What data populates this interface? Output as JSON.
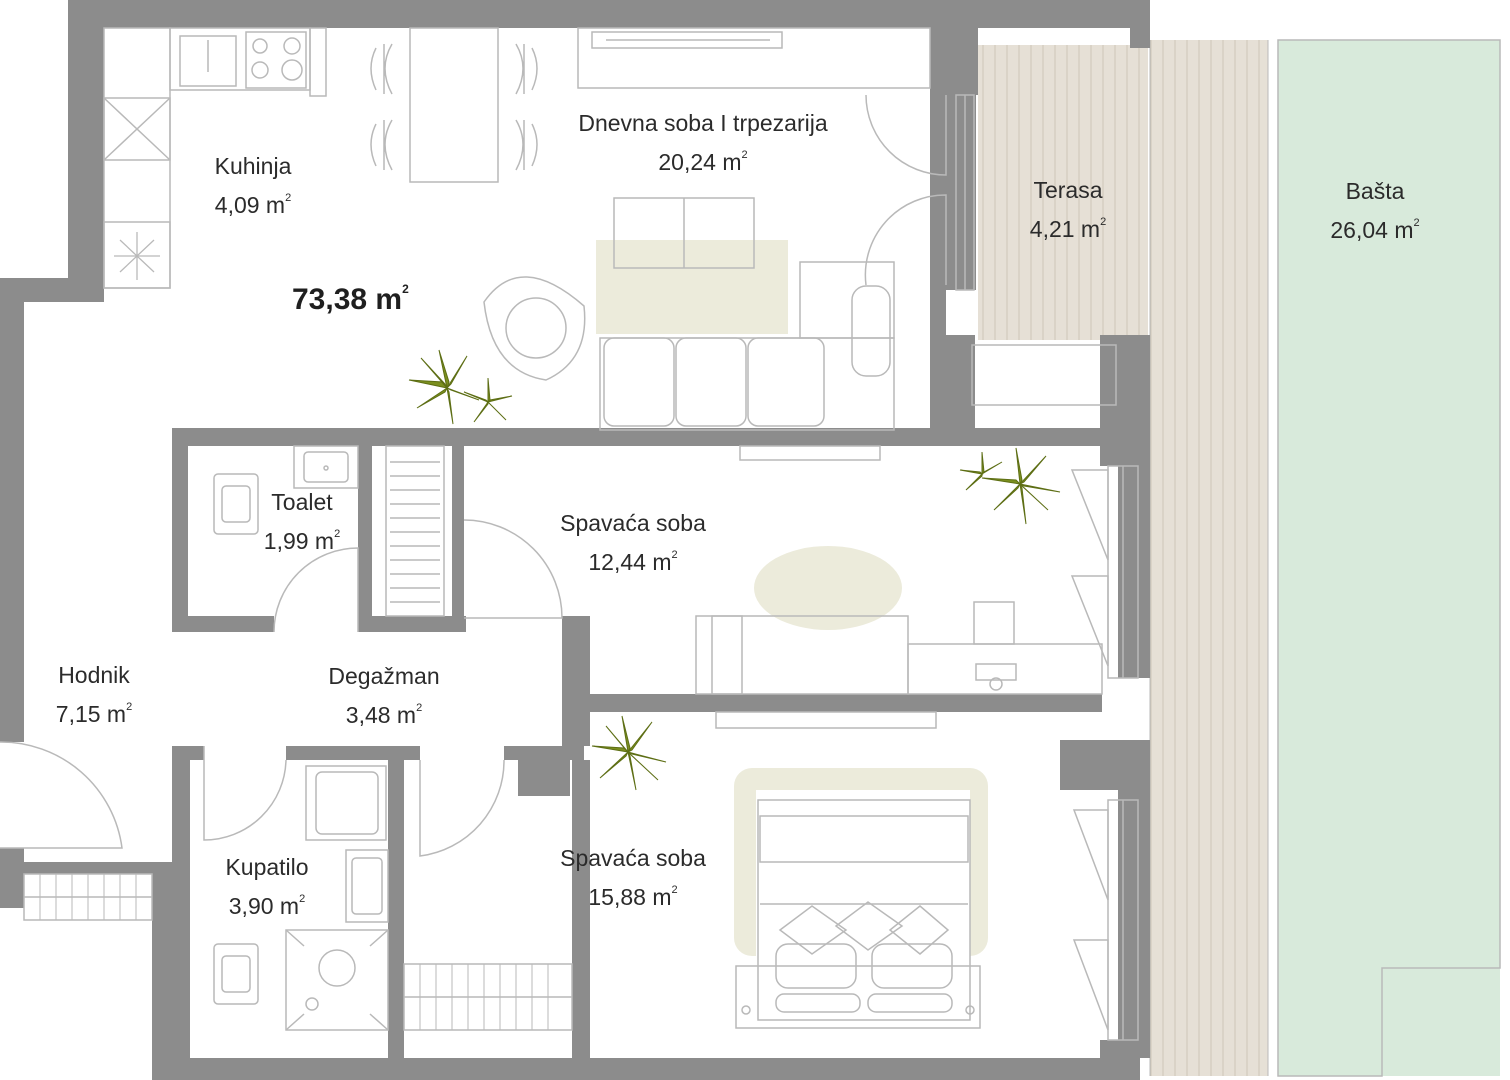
{
  "plan": {
    "total_area": "73,38 m",
    "unit_superscript": "2",
    "colors": {
      "wall": "#8c8c8c",
      "furniture_stroke": "#b9b9b9",
      "rug": "#ecebdb",
      "terrace_deck": "#e6e0d6",
      "garden": "#d8eadb",
      "plant": "#7b8f1e"
    }
  },
  "rooms": {
    "kuhinja": {
      "name": "Kuhinja",
      "area": "4,09 m"
    },
    "dnevna": {
      "name": "Dnevna soba I trpezarija",
      "area": "20,24 m"
    },
    "terasa": {
      "name": "Terasa",
      "area": "4,21 m"
    },
    "basta": {
      "name": "Bašta",
      "area": "26,04 m"
    },
    "toalet": {
      "name": "Toalet",
      "area": "1,99 m"
    },
    "spavaca1": {
      "name": "Spavaća soba",
      "area": "12,44 m"
    },
    "hodnik": {
      "name": "Hodnik",
      "area": "7,15 m"
    },
    "degazman": {
      "name": "Degažman",
      "area": "3,48 m"
    },
    "kupatilo": {
      "name": "Kupatilo",
      "area": "3,90 m"
    },
    "spavaca2": {
      "name": "Spavaća soba",
      "area": "15,88 m"
    }
  }
}
